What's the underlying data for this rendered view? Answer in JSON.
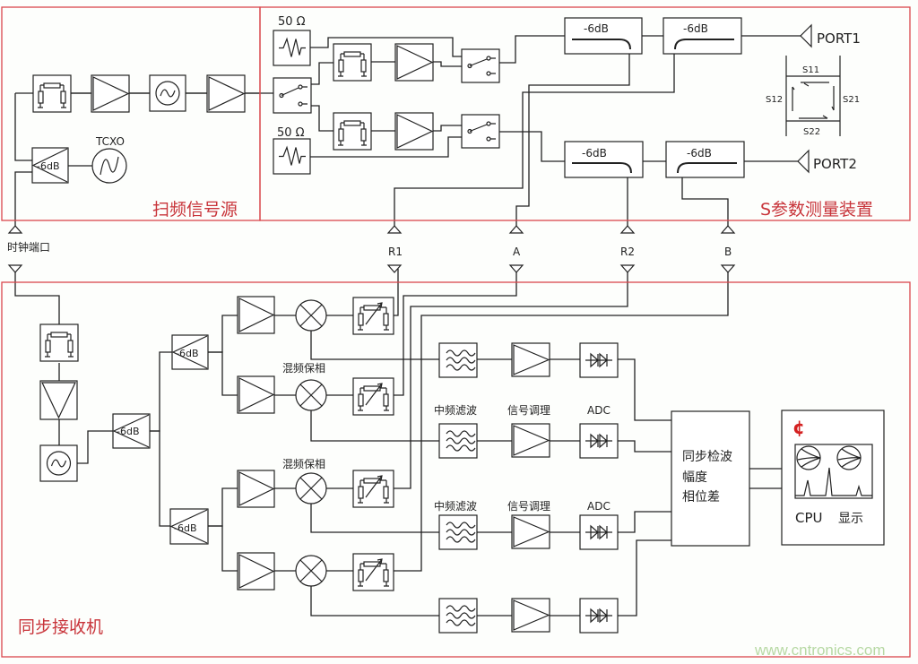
{
  "sections": {
    "source_title": "扫频信号源",
    "sparam_title": "S参数测量装置",
    "receiver_title": "同步接收机"
  },
  "source": {
    "tcxo": "TCXO",
    "splitter": "-6dB",
    "clock_port": "时钟端口"
  },
  "sparam": {
    "load1": "50 Ω",
    "load2": "50 Ω",
    "couplers": [
      "-6dB",
      "-6dB",
      "-6dB",
      "-6dB"
    ],
    "port1": "PORT1",
    "port2": "PORT2",
    "matrix": {
      "s11": "S11",
      "s12": "S12",
      "s21": "S21",
      "s22": "S22"
    }
  },
  "ports": [
    "R1",
    "A",
    "R2",
    "B"
  ],
  "receiver": {
    "splitters": [
      "-6dB",
      "-6dB",
      "-6dB"
    ],
    "mixer_label": "混频保相",
    "if_filter_label": "中频滤波",
    "conditioning_label": "信号调理",
    "adc_label": "ADC",
    "detector_lines": [
      "同步检波",
      "幅度",
      "相位差"
    ],
    "cpu_label": "CPU",
    "display_label": "显示",
    "logo_glyph": "¢"
  },
  "watermark": "www.cntronics.com",
  "colors": {
    "frame": "#d9474c",
    "line": "#222222",
    "title": "#c8343a"
  }
}
